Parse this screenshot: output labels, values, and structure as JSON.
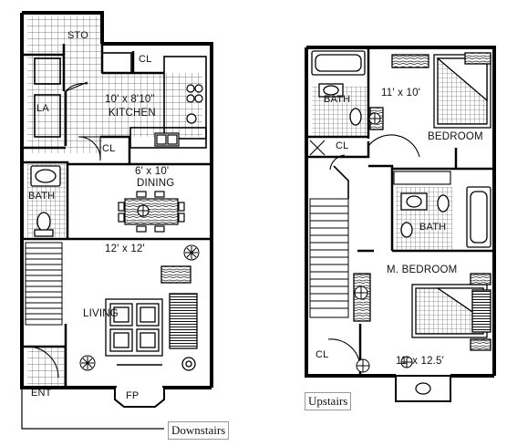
{
  "downstairs": {
    "caption": "Downstairs",
    "rooms": {
      "sto": "STO",
      "cl_kitchen": "CL",
      "kitchen_dims": "10' x 8'10\"",
      "kitchen": "KITCHEN",
      "la": "LA",
      "cl_closet": "CL",
      "dining_dims": "6' x 10'",
      "dining": "DINING",
      "bath": "BATH",
      "living_dims": "12' x 12'",
      "living": "LIVING",
      "ent": "ENT",
      "fp": "FP"
    }
  },
  "upstairs": {
    "caption": "Upstairs",
    "rooms": {
      "bath": "BATH",
      "bedroom_dims": "11' x 10'",
      "bedroom": "BEDROOM",
      "cl_hall": "CL",
      "bath2": "BATH",
      "master_bedroom": "M. BEDROOM",
      "cl_master": "CL",
      "master_dims": "11' x 12.5'"
    }
  }
}
